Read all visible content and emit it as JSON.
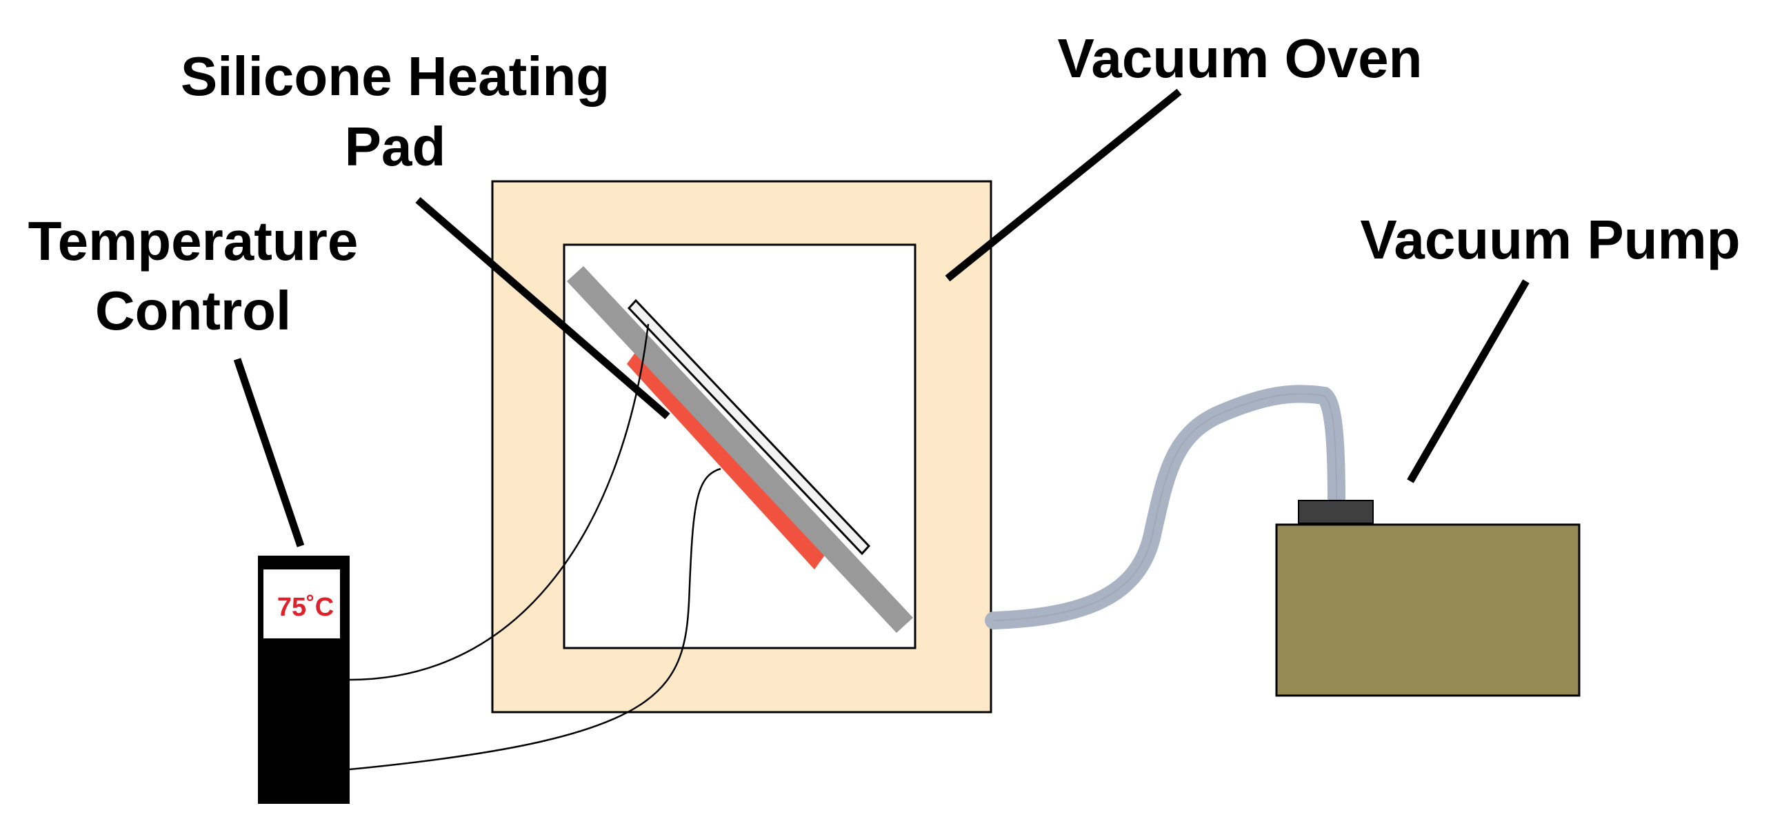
{
  "labels": {
    "heating_pad_line1": "Silicone Heating",
    "heating_pad_line2": "Pad",
    "vacuum_oven": "Vacuum Oven",
    "temperature_control_line1": "Temperature",
    "temperature_control_line2": "Control",
    "vacuum_pump": "Vacuum Pump"
  },
  "controller": {
    "display_value": "75˚C"
  },
  "colors": {
    "oven_wall": "#FDE9C8",
    "oven_chamber": "#FFFFFF",
    "tilted_plate": "#999999",
    "heating_pad": "#F0523F",
    "sample_strip": "#F2F2F2",
    "controller_body": "#000000",
    "controller_display": "#FFFFFF",
    "controller_text": "#E0202A",
    "hose": "#AAB3C4",
    "pump_body": "#958A54",
    "pump_port": "#3F3F3F"
  },
  "icons": {
    "controller": "temperature-controller-icon",
    "pump": "vacuum-pump-icon",
    "oven": "vacuum-oven-icon"
  }
}
